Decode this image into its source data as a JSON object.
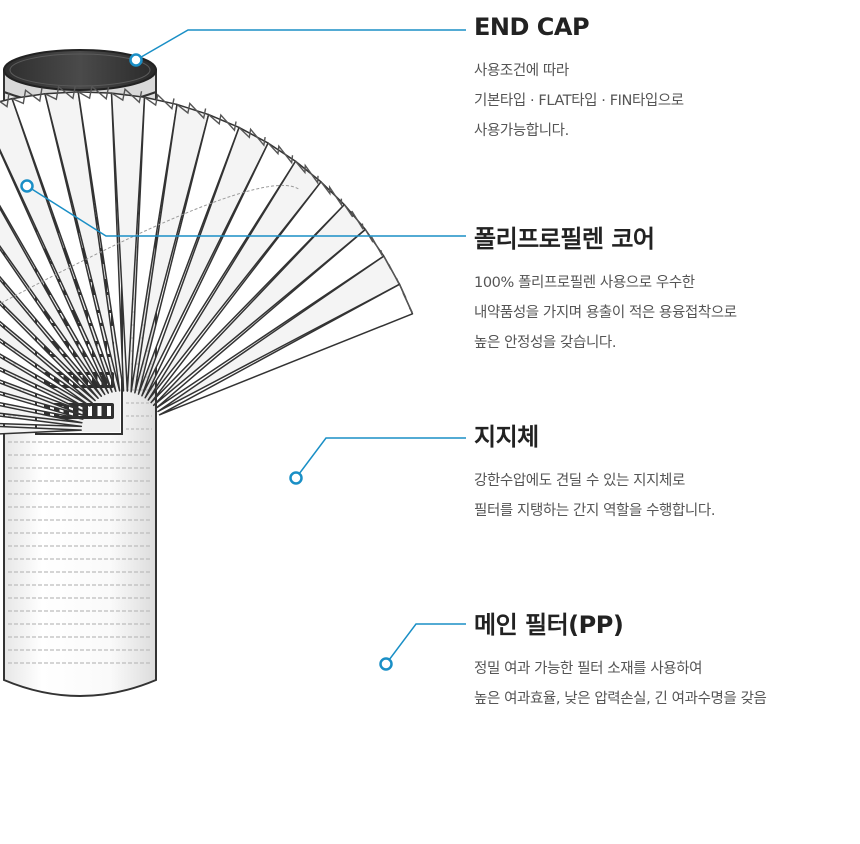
{
  "callouts": [
    {
      "title": "END CAP",
      "lines": [
        "사용조건에 따라",
        "기본타입 · FLAT타입 · FIN타입으로",
        "사용가능합니다."
      ]
    },
    {
      "title": "폴리프로필렌 코어",
      "lines": [
        "100% 폴리프로필렌 사용으로 우수한",
        "내약품성을 가지며 용출이 적은 용융접착으로",
        "높은 안정성을 갖습니다."
      ]
    },
    {
      "title": "지지체",
      "lines": [
        "강한수압에도 견딜 수 있는 지지체로",
        "필터를 지탱하는 간지 역할을 수행합니다."
      ]
    },
    {
      "title": "메인 필터(PP)",
      "lines": [
        "정밀 여과 가능한 필터 소재를 사용하여",
        "높은 여과효율, 낮은 압력손실, 긴 여과수명을 갖음"
      ]
    }
  ],
  "colors": {
    "accent": "#1a8fc6",
    "cap": "#3b3b3b",
    "outline": "#333333",
    "filter_fill": "#f4f4f4"
  }
}
